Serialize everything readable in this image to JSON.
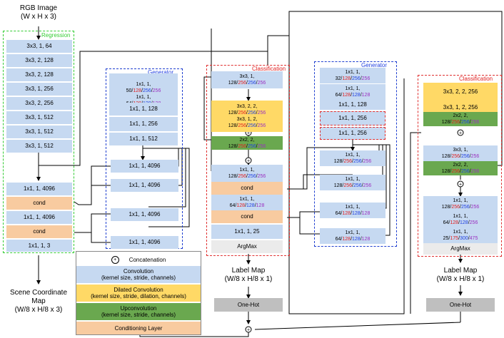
{
  "labels": {
    "rgb_title": "RGB Image",
    "rgb_dims": "(W x H x 3)",
    "regression": "Regression",
    "generator": "Generator",
    "classification": "Classification",
    "scene_l1": "Scene Coordinate",
    "scene_l2": "Map",
    "scene_l3": "(W/8 x H/8 x 3)",
    "label_map": "Label Map",
    "label_dims": "(W/8 x H/8 x 1)",
    "one_hot": "One-Hot",
    "argmax": "ArgMax"
  },
  "regression_layers": [
    "3x3, 1, 64",
    "3x3, 2, 128",
    "3x3, 2, 128",
    "3x3, 1, 256",
    "3x3, 2, 256",
    "3x3, 1, 512",
    "3x3, 1, 512",
    "3x3, 1, 512"
  ],
  "regression_tail": [
    "1x1, 1, 4096",
    "cond",
    "1x1, 1, 4096",
    "cond",
    "1x1, 1, 3"
  ],
  "gen1": {
    "top": [
      "1x1, 1,",
      "50/",
      "128",
      "/",
      "256",
      "/",
      "256"
    ],
    "top2": [
      "1x1, 1,",
      "64/",
      "128",
      "/",
      "128",
      "/",
      "128"
    ],
    "l3": "1x1, 1, 128",
    "l4": "1x1, 1, 256",
    "l5": "1x1, 1, 512",
    "fc": [
      "1x1, 1, 4096",
      "1x1, 1, 4096",
      "1x1, 1, 4096",
      "1x1, 1, 4096"
    ]
  },
  "cls1": {
    "a": [
      "3x3, 1,",
      "128/",
      "256",
      "/",
      "256",
      "/",
      "256"
    ],
    "b": [
      "3x3, 2, 2,",
      "128/",
      "256",
      "/",
      "256",
      "/",
      "256"
    ],
    "c": [
      "3x3, 1, 2,",
      "128/",
      "256",
      "/",
      "256",
      "/",
      "256"
    ],
    "d": [
      "2x2, 2,",
      "128/",
      "256",
      "/",
      "256",
      "/",
      "256"
    ],
    "e": [
      "1x1, 1,",
      "128/",
      "256",
      "/",
      "256",
      "/",
      "256"
    ],
    "cond": "cond",
    "f": [
      "1x1, 1,",
      "64/",
      "128",
      "/",
      "128",
      "/",
      "128"
    ],
    "g": "1x1, 1, 25"
  },
  "gen2": {
    "a": [
      "1x1, 1,",
      "32/",
      "128",
      "/",
      "256",
      "/",
      "256"
    ],
    "b": [
      "1x1, 1,",
      "64/",
      "128",
      "/",
      "128",
      "/",
      "128"
    ],
    "c": "1x1, 1, 128",
    "d": "1x1, 1, 256",
    "e": "1x1, 1, 256",
    "f": [
      "1x1, 1,",
      "128/",
      "256",
      "/",
      "256",
      "/",
      "256"
    ],
    "g": [
      "1x1, 1,",
      "128/",
      "256",
      "/",
      "256",
      "/",
      "256"
    ],
    "h": [
      "1x1, 1,",
      "64/",
      "128",
      "/",
      "128",
      "/",
      "128"
    ],
    "i": [
      "1x1, 1,",
      "64/",
      "128",
      "/",
      "128",
      "/",
      "128"
    ]
  },
  "cls2": {
    "a": "3x3, 2, 2, 256",
    "b": "3x3, 1, 2, 256",
    "c": [
      "2x2, 2,",
      "128/",
      "256",
      "/",
      "256",
      "/",
      "256"
    ],
    "d": [
      "3x3, 1,",
      "128/",
      "256",
      "/",
      "256",
      "/",
      "256"
    ],
    "e": [
      "2x2, 2,",
      "128/",
      "256",
      "/",
      "256",
      "/",
      "256"
    ],
    "f": [
      "1x1, 1,",
      "128/",
      "256",
      "/",
      "256",
      "/",
      "256"
    ],
    "g": [
      "1x1, 1,",
      "64/",
      "128",
      "/",
      "128",
      "/",
      "256"
    ],
    "h": [
      "1x1, 1,",
      "25/",
      "175",
      "/",
      "300",
      "/",
      "475"
    ]
  },
  "legend": {
    "concat": "Concatenation",
    "conv_t": "Convolution",
    "conv_s": "(kernel size, stride, channels)",
    "dil_t": "Dilated Convolution",
    "dil_s": "(kernel size, stride, dilation, channels)",
    "up_t": "Upconvolution",
    "up_s": "(kernel size, stride, channels)",
    "cond_t": "Conditioning Layer"
  },
  "colors": {
    "conv": "#c6d9f1",
    "dilated": "#ffd966",
    "upconv": "#6aa84f",
    "cond": "#f8cba0",
    "red": "#e02020",
    "blue": "#1f3fe0",
    "purple": "#9a30c0"
  }
}
